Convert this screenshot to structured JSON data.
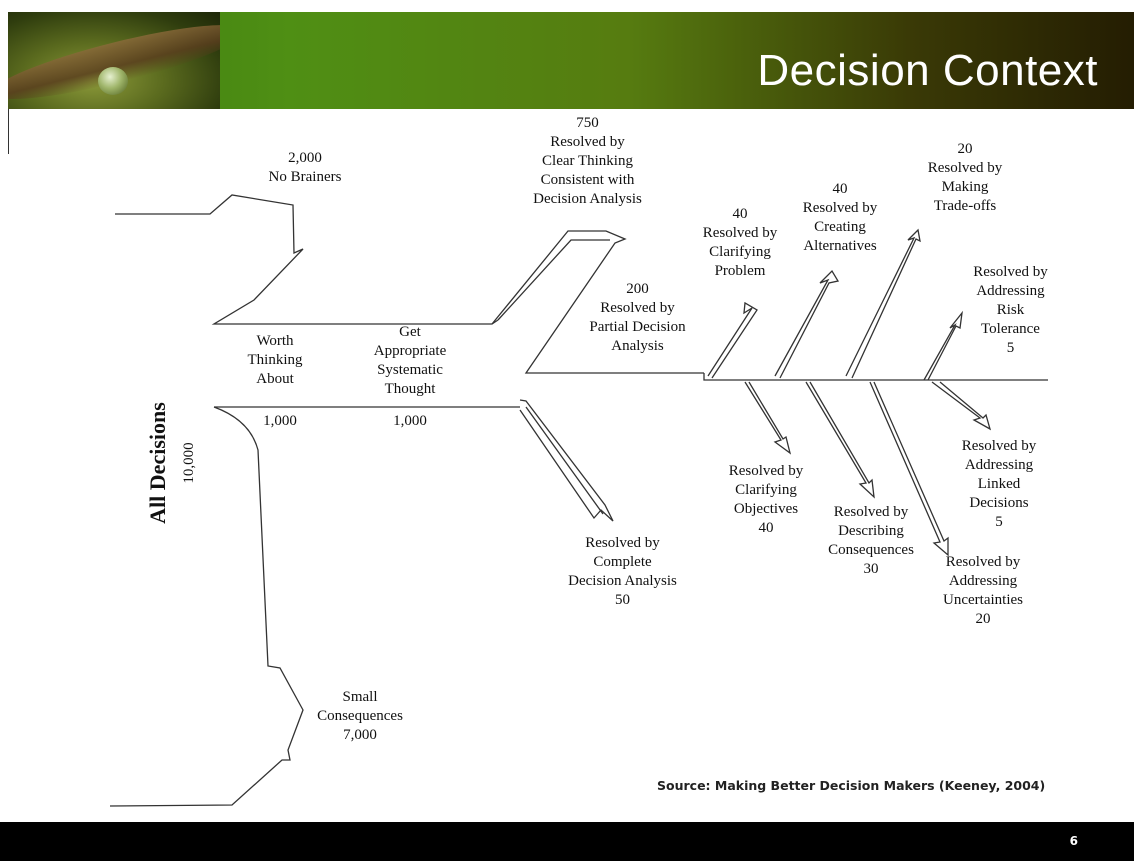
{
  "slide": {
    "title": "Decision Context",
    "source": "Source: Making Better Decision Makers (Keeney, 2004)",
    "page_number": "6"
  },
  "axis": {
    "label": "All Decisions",
    "count": "10,000"
  },
  "nodes": {
    "no_brainers": [
      "2,000",
      "No Brainers"
    ],
    "worth_thinking": [
      "Worth",
      "Thinking",
      "About"
    ],
    "worth_count": "1,000",
    "appropriate": [
      "Get",
      "Appropriate",
      "Systematic",
      "Thought"
    ],
    "appropriate_count": "1,000",
    "small_consequences": [
      "Small",
      "Consequences",
      "7,000"
    ],
    "clear_thinking": [
      "750",
      "Resolved by",
      "Clear Thinking",
      "Consistent with",
      "Decision Analysis"
    ],
    "partial": [
      "200",
      "Resolved by",
      "Partial Decision",
      "Analysis"
    ],
    "complete": [
      "Resolved by",
      "Complete",
      "Decision Analysis",
      "50"
    ],
    "clarifying_problem": [
      "40",
      "Resolved by",
      "Clarifying",
      "Problem"
    ],
    "creating_alternatives": [
      "40",
      "Resolved by",
      "Creating",
      "Alternatives"
    ],
    "trade_offs": [
      "20",
      "Resolved by",
      "Making",
      "Trade-offs"
    ],
    "risk_tolerance": [
      "Resolved by",
      "Addressing",
      "Risk",
      "Tolerance",
      "5"
    ],
    "clarifying_objectives": [
      "Resolved by",
      "Clarifying",
      "Objectives",
      "40"
    ],
    "describing_consequences": [
      "Resolved by",
      "Describing",
      "Consequences",
      "30"
    ],
    "linked_decisions": [
      "Resolved by",
      "Addressing",
      "Linked",
      "Decisions",
      "5"
    ],
    "uncertainties": [
      "Resolved by",
      "Addressing",
      "Uncertainties",
      "20"
    ]
  }
}
